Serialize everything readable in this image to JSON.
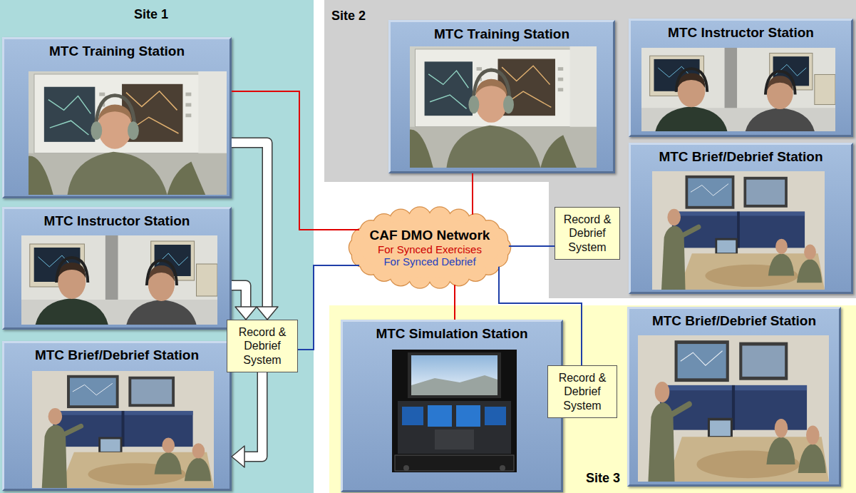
{
  "diagram": {
    "nodes": [
      {
        "text": [
          "Site 1"
        ]
      },
      {
        "text": [
          "MTC Training Station"
        ],
        "in": 0
      },
      {
        "text": [
          "MTC Instructor Station"
        ],
        "in": 0
      },
      {
        "text": [
          "MTC Brief/Debrief Station"
        ],
        "in": 0
      },
      {
        "text": [
          "Record & Debrief System"
        ],
        "in": 0
      },
      {
        "text": [
          "Site 2"
        ]
      },
      {
        "text": [
          "MTC Training Station"
        ],
        "in": 5
      },
      {
        "text": [
          "MTC Instructor Station"
        ],
        "in": 5
      },
      {
        "text": [
          "MTC Brief/Debrief Station"
        ],
        "in": 5
      },
      {
        "text": [
          "Record & Debrief System"
        ],
        "in": 5
      },
      {
        "text": [
          "Site 3"
        ]
      },
      {
        "text": [
          "MTC Simulation Station"
        ],
        "in": 10
      },
      {
        "text": [
          "MTC Brief/Debrief Station"
        ],
        "in": 10
      },
      {
        "text": [
          "Record & Debrief System"
        ],
        "in": 10
      },
      {
        "text": [
          "CAF DMO Network",
          "For Synced Exercises",
          "For Synced Debrief"
        ]
      }
    ],
    "edges": [
      {
        "from": 1,
        "to": 14,
        "arrow": "none"
      },
      {
        "from": 6,
        "to": 14,
        "arrow": "none"
      },
      {
        "from": 14,
        "to": 11,
        "arrow": "none"
      },
      {
        "from": 4,
        "to": 14,
        "arrow": "none"
      },
      {
        "from": 9,
        "to": 14,
        "arrow": "none"
      },
      {
        "from": 13,
        "to": 14,
        "arrow": "none"
      },
      {
        "from": 1,
        "to": 4,
        "arrow": "to"
      },
      {
        "from": 2,
        "to": 4,
        "arrow": "to"
      },
      {
        "from": 4,
        "to": 3,
        "arrow": "to"
      }
    ]
  }
}
